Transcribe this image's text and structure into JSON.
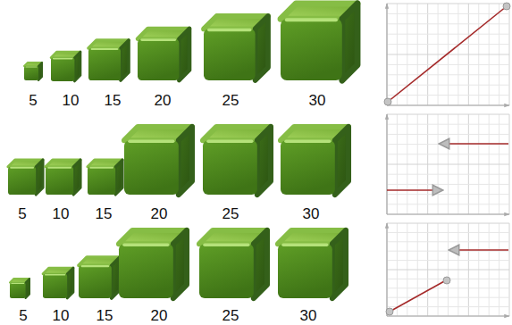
{
  "diagram": {
    "labels": [
      "5",
      "10",
      "15",
      "20",
      "25",
      "30",
      "5",
      "10",
      "15",
      "20",
      "25",
      "30",
      "5",
      "10",
      "15",
      "20",
      "25",
      "30"
    ]
  }
}
